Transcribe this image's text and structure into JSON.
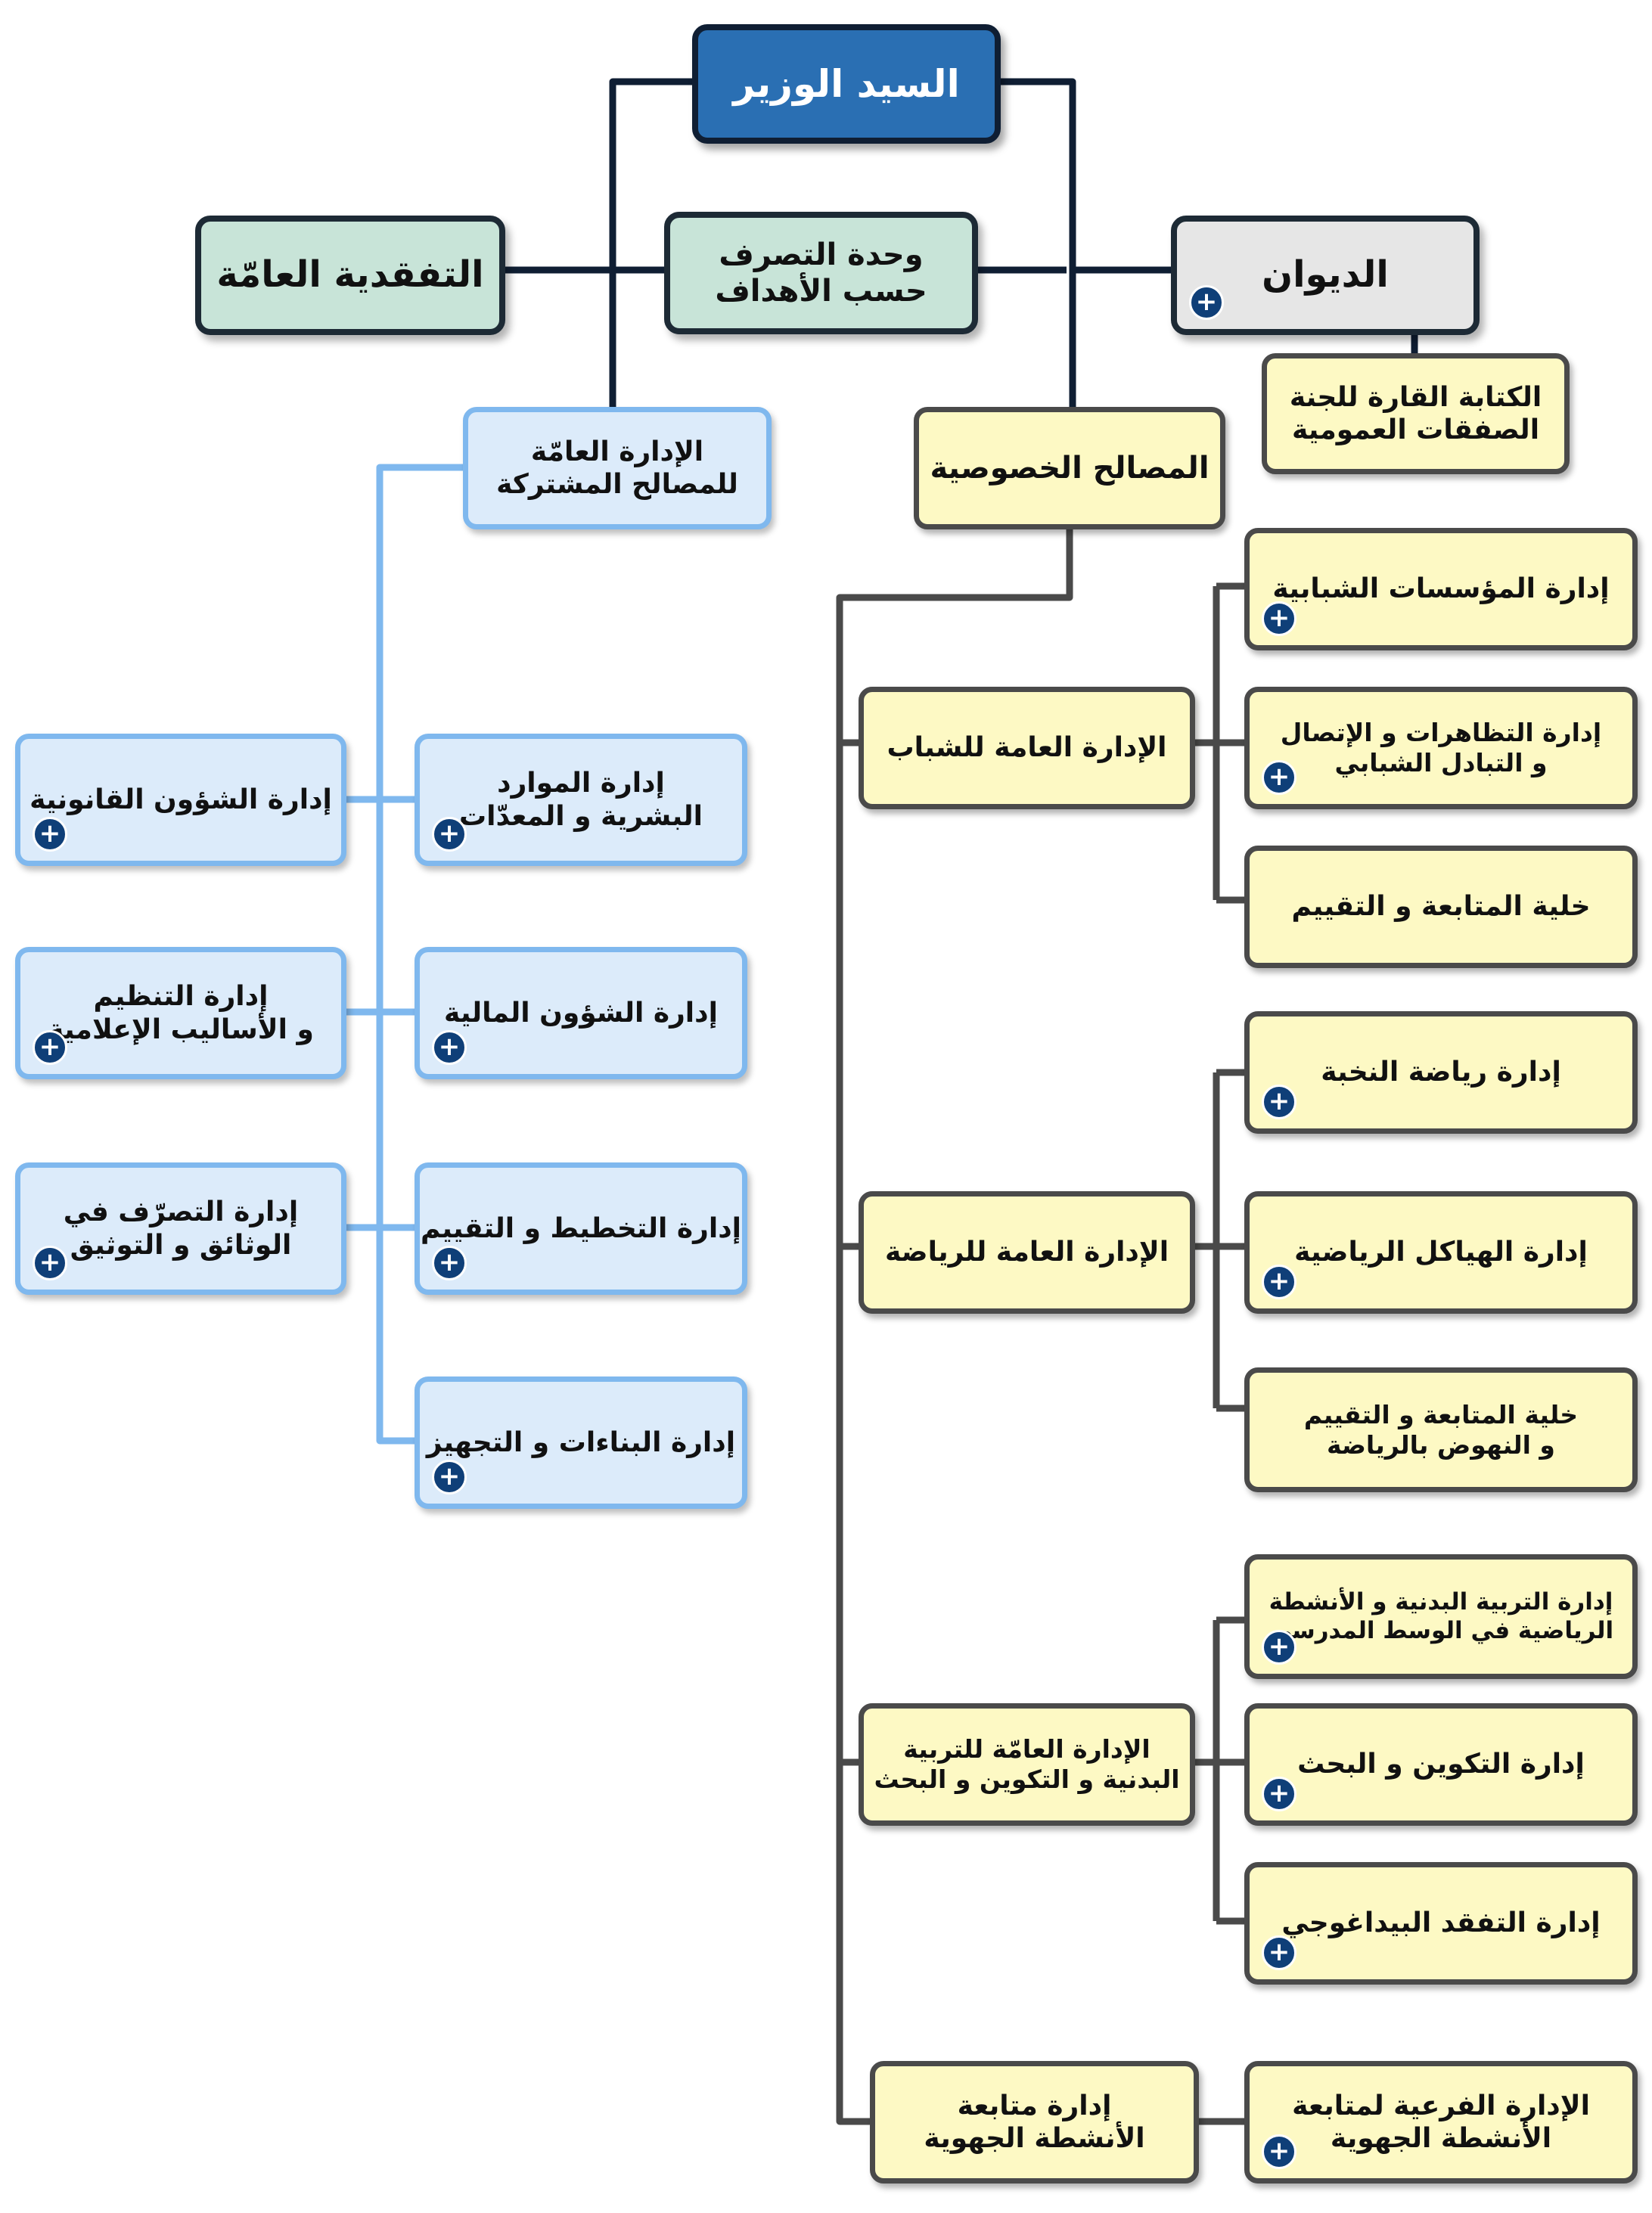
{
  "minister": {
    "label": "السيد الوزير"
  },
  "top": {
    "inspection": {
      "label": "التفقدية العامّة"
    },
    "unit": {
      "label": "وحدة التصرف\nحسب الأهداف"
    },
    "cabinet": {
      "label": "الديوان"
    },
    "procurement": {
      "label": "الكتابة القارة للجنة\nالصفقات العمومية"
    }
  },
  "common": {
    "head": {
      "label": "الإدارة العامّة\nللمصالح المشتركة"
    },
    "items": [
      {
        "label": "إدارة الموارد\nالبشرية و المعدّات"
      },
      {
        "label": "إدارة الشؤون القانونية"
      },
      {
        "label": "إدارة الشؤون المالية"
      },
      {
        "label": "إدارة التنظيم\nو الأساليب الإعلامية"
      },
      {
        "label": "إدارة التخطيط و التقييم"
      },
      {
        "label": "إدارة التصرّف في\nالوثائق و التوثيق"
      },
      {
        "label": "إدارة البناءات و التجهيز"
      }
    ]
  },
  "specific": {
    "head": {
      "label": "المصالح الخصوصية"
    },
    "youth": {
      "label": "الإدارة العامة للشباب",
      "children": [
        {
          "label": "إدارة المؤسسات الشبابية"
        },
        {
          "label": "إدارة التظاهرات و الإتصال\nو التبادل الشبابي"
        },
        {
          "label": "خلية المتابعة و التقييم"
        }
      ]
    },
    "sport": {
      "label": "الإدارة العامة للرياضة",
      "children": [
        {
          "label": "إدارة رياضة النخبة"
        },
        {
          "label": "إدارة الهياكل الرياضية"
        },
        {
          "label": "خلية المتابعة و التقييم\nو النهوض بالرياضة"
        }
      ]
    },
    "education": {
      "label": "الإدارة العامّة للتربية\nالبدنية و التكوين و البحث",
      "children": [
        {
          "label": "إدارة التربية البدنية و الأنشطة\nالرياضية في الوسط المدرسي"
        },
        {
          "label": "إدارة التكوين و البحث"
        },
        {
          "label": "إدارة التفقد البيداغوجي"
        }
      ]
    },
    "regional": {
      "label": "إدارة متابعة\nالأنشطة الجهوية",
      "children": [
        {
          "label": "الإدارة الفرعية لمتابعة\nالأنشطة الجهوية"
        }
      ]
    }
  },
  "icons": {
    "expand": "plus-circle-icon"
  },
  "colors": {
    "minister": "#2a6fb3",
    "green": "#c8e4d8",
    "grey": "#e6e6e6",
    "yellow": "#fdf9c4",
    "blue": "#dcebfa",
    "blue_line": "#7fb8ee",
    "dark_line": "#0f1e33",
    "grey_line": "#4a4a4a"
  }
}
